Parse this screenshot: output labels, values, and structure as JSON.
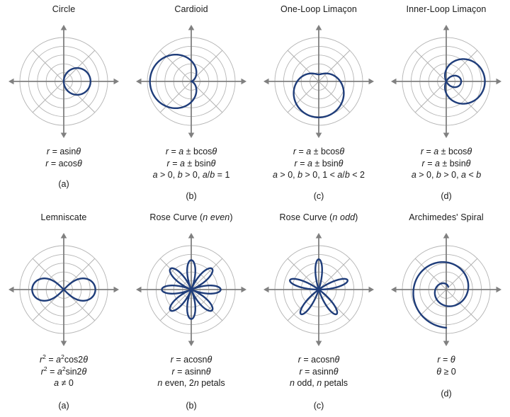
{
  "figure": {
    "background": "#ffffff",
    "curve_color": "#1f3d7a",
    "grid_color": "#b4b4b4",
    "axis_color": "#808080",
    "text_color": "#1a1a1a"
  },
  "grid": {
    "circles": 5,
    "spokes": 8,
    "spoke_step_deg": 45
  },
  "rows": [
    {
      "panels": [
        {
          "title": "Circle",
          "title_plain": "Circle",
          "curve": "circle",
          "equations": [
            "r = asinθ",
            "r = acosθ"
          ],
          "letter": "(a)"
        },
        {
          "title": "Cardioid",
          "title_plain": "Cardioid",
          "curve": "cardioid",
          "equations": [
            "r = a ± bcosθ",
            "r = a ± bsinθ",
            "a > 0, b > 0, a/b = 1"
          ],
          "letter": "(b)"
        },
        {
          "title": "One-Loop Limaçon",
          "title_plain": "One-Loop Limaçon",
          "curve": "one-loop-limacon",
          "equations": [
            "r = a ± bcosθ",
            "r = a ± bsinθ",
            "a > 0, b > 0, 1 < a/b < 2"
          ],
          "letter": "(c)"
        },
        {
          "title": "Inner-Loop Limaçon",
          "title_plain": "Inner-Loop Limaçon",
          "curve": "inner-loop-limacon",
          "equations": [
            "r = a ± bcosθ",
            "r = a ± bsinθ",
            "a > 0, b > 0, a < b"
          ],
          "letter": "(d)"
        }
      ]
    },
    {
      "panels": [
        {
          "title": "Lemniscate",
          "title_plain": "Lemniscate",
          "curve": "lemniscate",
          "equations": [
            "r² = a²cos2θ",
            "r² = a²sin2θ",
            "a ≠ 0"
          ],
          "letter": "(a)"
        },
        {
          "title": "Rose Curve (n even)",
          "title_plain": "Rose Curve (n even)",
          "title_pre": "Rose Curve (",
          "title_italic": "n even",
          "title_post": ")",
          "curve": "rose-even",
          "petals": 8,
          "equations": [
            "r = acosnθ",
            "r = asinnθ",
            "n even, 2n petals"
          ],
          "letter": "(b)"
        },
        {
          "title": "Rose Curve (n odd)",
          "title_plain": "Rose Curve (n odd)",
          "title_pre": "Rose Curve (",
          "title_italic": "n odd",
          "title_post": ")",
          "curve": "rose-odd",
          "petals": 5,
          "equations": [
            "r = acosnθ",
            "r = asinnθ",
            "n odd, n petals"
          ],
          "letter": "(c)"
        },
        {
          "title": "Archimedes' Spiral",
          "title_plain": "Archimedes' Spiral",
          "curve": "spiral",
          "equations": [
            "r = θ",
            "θ ≥ 0"
          ],
          "letter": "(d)"
        }
      ]
    }
  ]
}
